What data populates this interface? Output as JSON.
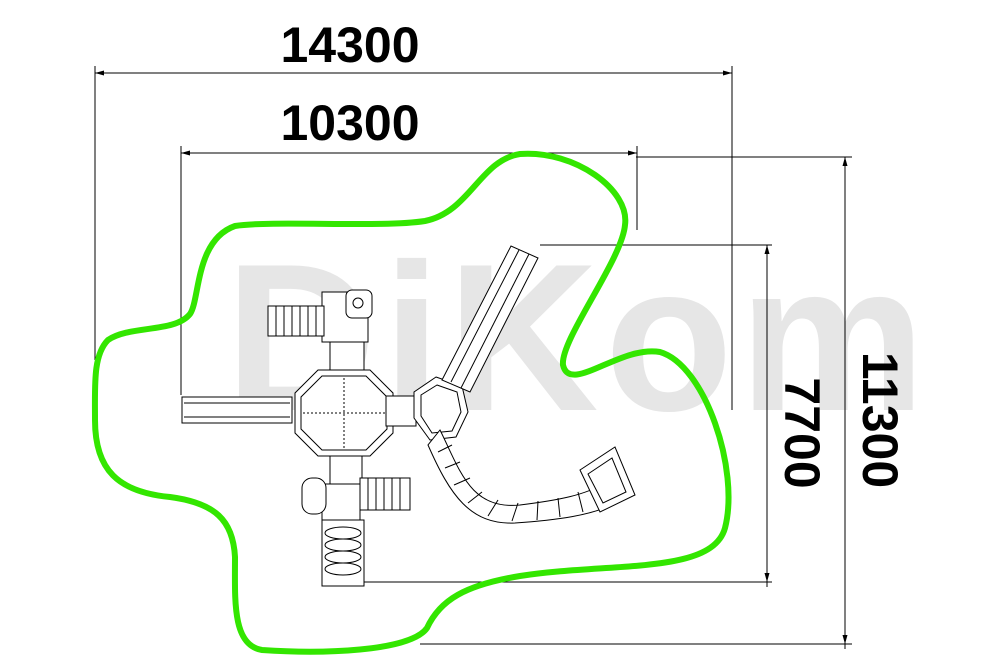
{
  "dimensions": {
    "overall_width": "14300",
    "inner_width": "10300",
    "overall_height": "11300",
    "inner_height": "7700"
  },
  "watermark": "DiKom",
  "colors": {
    "safety_zone": "#33e600",
    "lines": "#000000",
    "watermark": "#e6e6e6"
  }
}
